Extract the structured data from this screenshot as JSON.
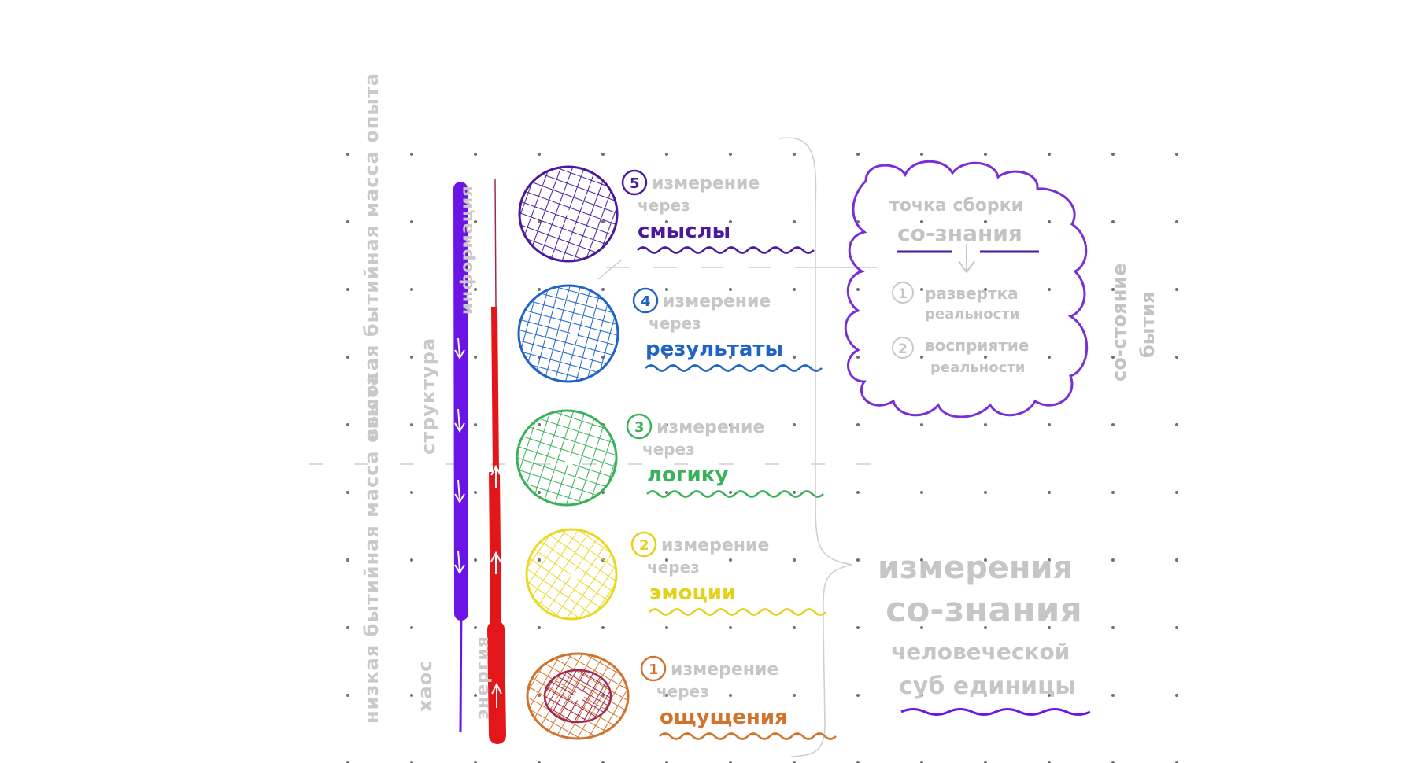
{
  "colors": {
    "grid_dot": "#6f6f6f",
    "ghost": "#c8c8c8",
    "purple": "#6a15e6",
    "dark_purple": "#4b1a9c",
    "blue": "#1f63c7",
    "green": "#3ab15a",
    "yellow": "#f0e02c",
    "orange": "#d2732c",
    "magenta": "#a0294f",
    "red": "#e3161a"
  },
  "axis_labels": {
    "high_mass": "высокая бытийная масса опыта",
    "structure": "структура",
    "low_mass": "низкая бытийная масса опыта",
    "chaos": "хаос",
    "information": "информация",
    "energy": "энергия"
  },
  "levels": [
    {
      "num": "5",
      "line1": "измерение",
      "line2": "через",
      "keyword": "смыслы",
      "color": "#4b1a9c"
    },
    {
      "num": "4",
      "line1": "измерение",
      "line2": "через",
      "keyword": "результаты",
      "color": "#1f63c7"
    },
    {
      "num": "3",
      "line1": "измерение",
      "line2": "через",
      "keyword": "логику",
      "color": "#3ab15a"
    },
    {
      "num": "2",
      "line1": "измерение",
      "line2": "через",
      "keyword": "эмоции",
      "color": "#e2d21c"
    },
    {
      "num": "1",
      "line1": "измерение",
      "line2": "через",
      "keyword": "ощущения",
      "color": "#d2732c"
    }
  ],
  "cloud": {
    "title1": "точка сборки",
    "title2": "со-знания",
    "item1_num": "1",
    "item1_line1": "развертка",
    "item1_line2": "реальности",
    "item2_num": "2",
    "item2_line1": "восприятие",
    "item2_line2": "реальности",
    "side_label1": "со-стояние",
    "side_label2": "бытия"
  },
  "summary": {
    "line1": "измерения",
    "line2": "со-знания",
    "line3": "человеческой",
    "line4": "суб единицы"
  }
}
